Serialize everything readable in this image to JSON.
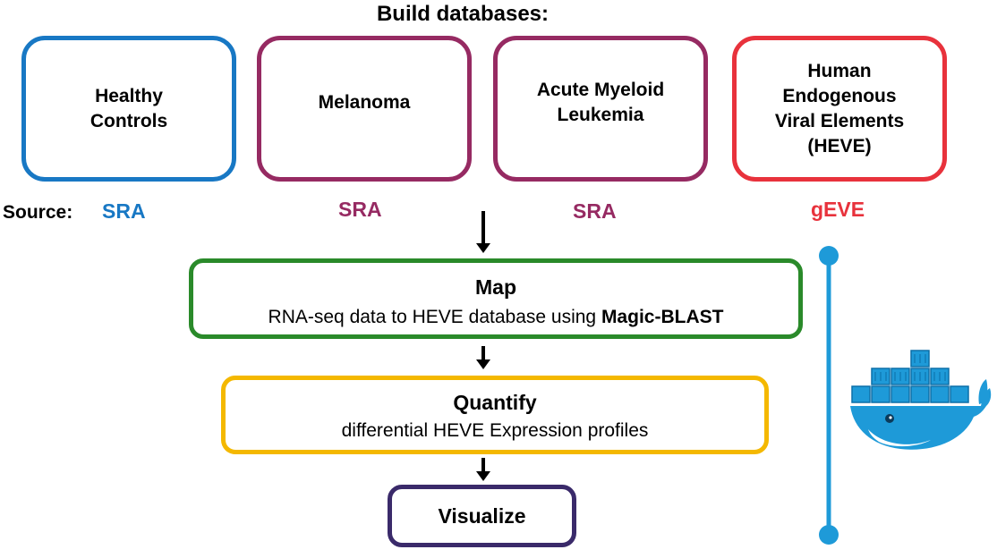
{
  "title": "Build databases:",
  "source_label": "Source:",
  "databases": [
    {
      "label": "Healthy\nControls",
      "source": "SRA",
      "color": "#1878C4"
    },
    {
      "label": "Melanoma",
      "source": "SRA",
      "color": "#962A62"
    },
    {
      "label": "Acute Myeloid\nLeukemia",
      "source": "SRA",
      "color": "#962A62"
    },
    {
      "label": "Human\nEndogenous\nViral Elements\n(HEVE)",
      "source": "gEVE",
      "color": "#E8323C"
    }
  ],
  "steps": {
    "map": {
      "title": "Map",
      "desc_prefix": "RNA-seq data to HEVE database using ",
      "desc_bold": "Magic-BLAST",
      "color": "#2A8A2A"
    },
    "quantify": {
      "title": "Quantify",
      "desc": "differential HEVE Expression profiles",
      "color": "#F4B800"
    },
    "visualize": {
      "title": "Visualize",
      "color": "#3A2A6A"
    }
  },
  "container_line_color": "#1E9AD8",
  "container_icon": "docker-whale-icon"
}
